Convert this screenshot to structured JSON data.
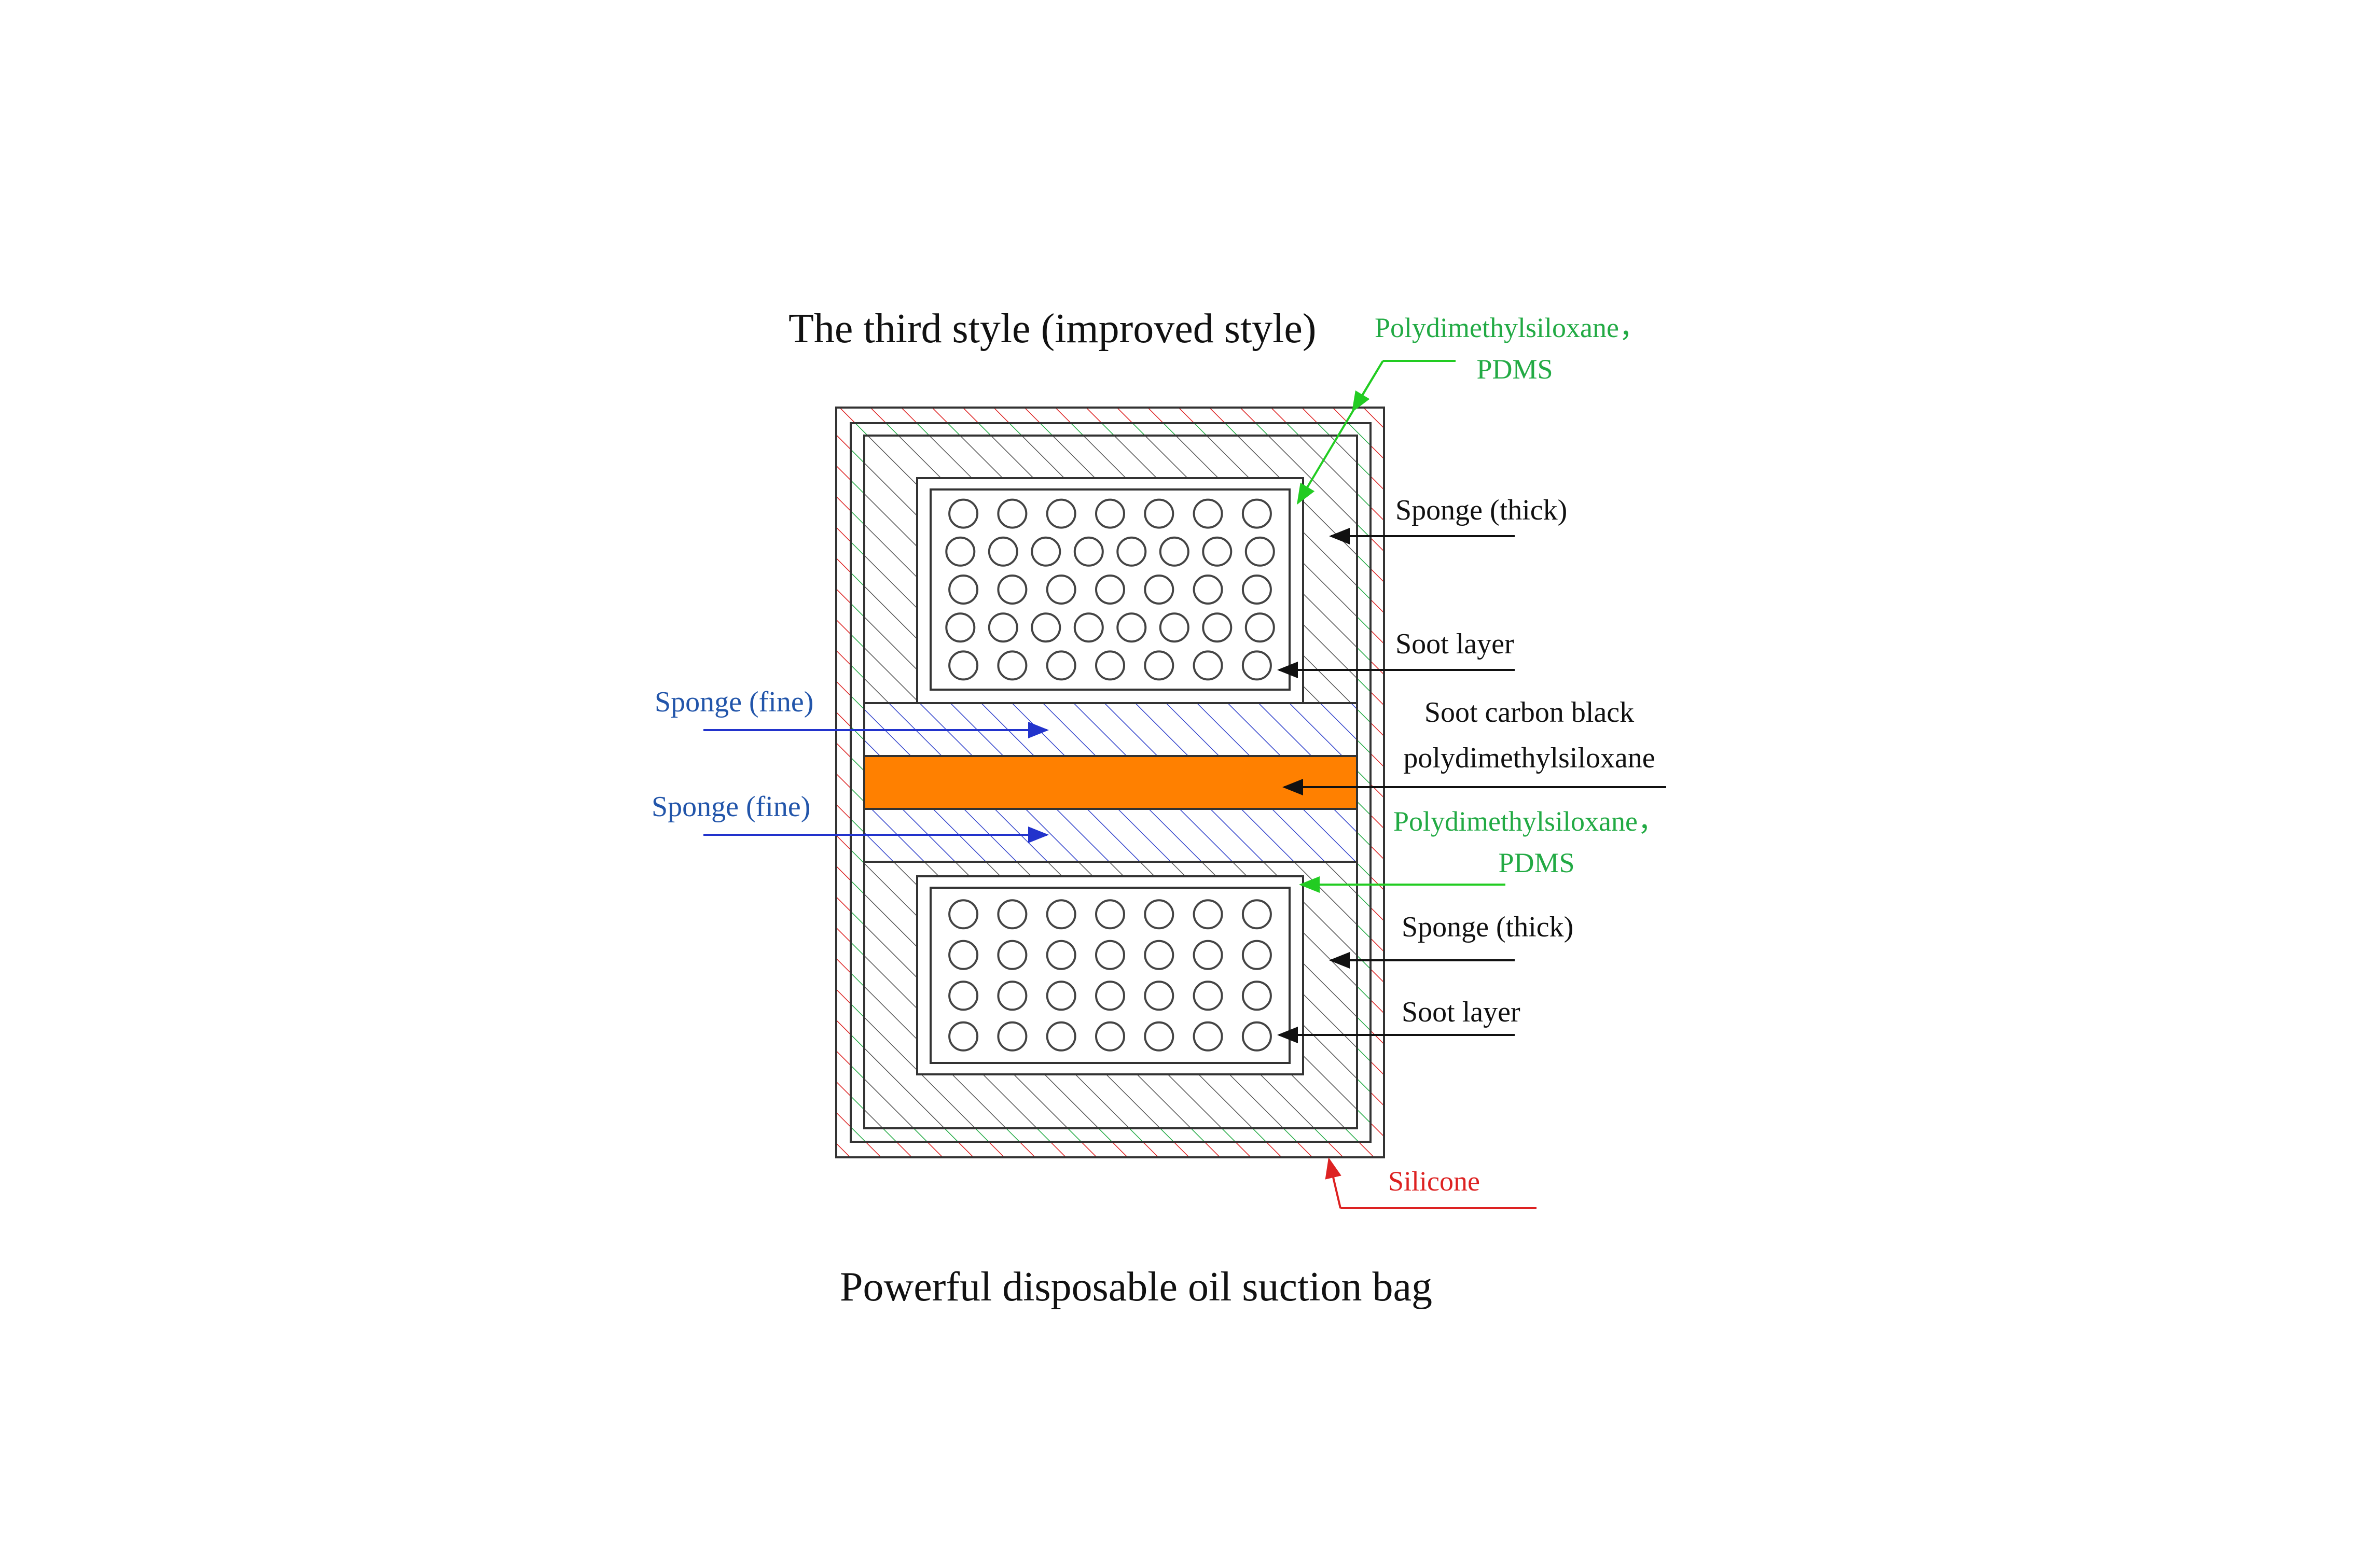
{
  "title": "The third style (improved style)",
  "caption": "Powerful disposable oil suction bag",
  "labels": {
    "pdms_top_line1": "Polydimethylsiloxane，",
    "pdms_top_line2": "PDMS",
    "sponge_thick_top": "Sponge (thick)",
    "soot_layer_top": "Soot layer",
    "soot_cb_line1": "Soot carbon black",
    "soot_cb_line2": "polydimethylsiloxane",
    "pdms_mid_line1": "Polydimethylsiloxane，",
    "pdms_mid_line2": "PDMS",
    "sponge_thick_bottom": "Sponge (thick)",
    "soot_layer_bottom": "Soot layer",
    "silicone": "Silicone",
    "sponge_fine_upper": "Sponge (fine)",
    "sponge_fine_lower": "Sponge (fine)"
  },
  "colors": {
    "silicone": "#dd2222",
    "pdms": "#22aa44",
    "sponge_thick": "#555555",
    "sponge_fine": "#3344cc",
    "soot_carbon_black": "#ff8000",
    "outline": "#333333"
  },
  "particles": {
    "top_rows": [
      7,
      8,
      7,
      8,
      7
    ],
    "bottom_rows": [
      7,
      7,
      7,
      7
    ]
  }
}
